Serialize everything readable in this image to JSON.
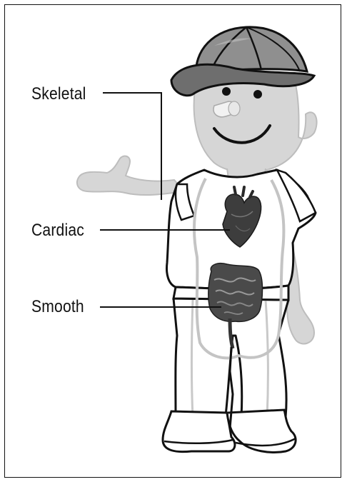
{
  "labels": {
    "skeletal": "Skeletal",
    "cardiac": "Cardiac",
    "smooth": "Smooth"
  },
  "colors": {
    "outline": "#111111",
    "body_gray": "#c9c9c9",
    "skin_light": "#d8d8d8",
    "organ_dark": "#3a3a3a",
    "cap_gray": "#8a8a8a"
  },
  "icons": {
    "figure": "cartoon-boy-figure",
    "heart": "heart-organ-icon",
    "intestines": "intestines-organ-icon",
    "cap": "baseball-cap-icon"
  }
}
